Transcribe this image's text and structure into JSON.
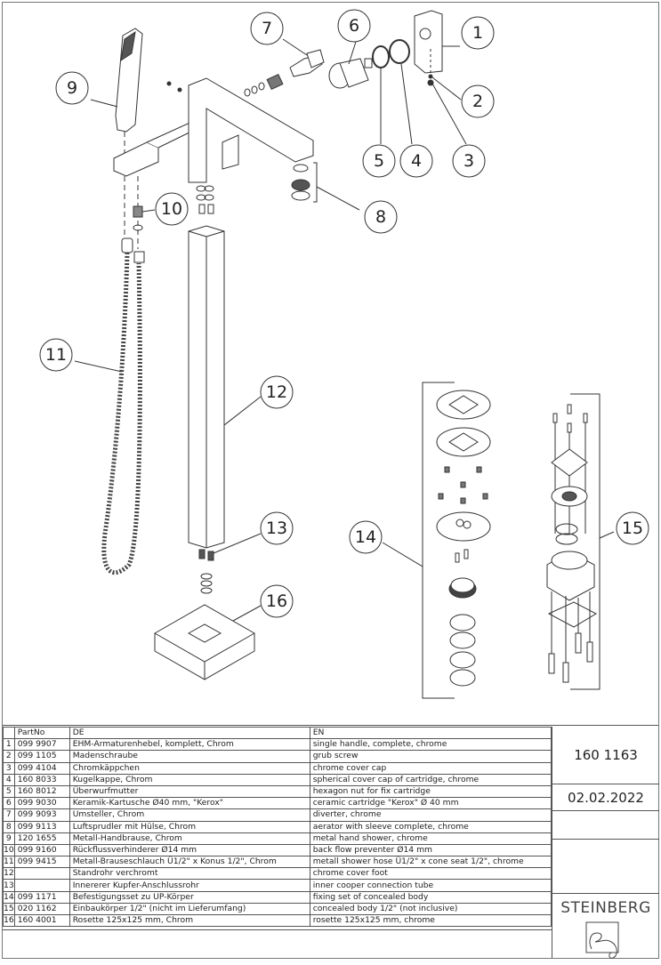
{
  "callouts": [
    "1",
    "2",
    "3",
    "4",
    "5",
    "6",
    "7",
    "8",
    "9",
    "10",
    "11",
    "12",
    "13",
    "14",
    "15",
    "16"
  ],
  "table": {
    "headers": {
      "num": "",
      "partno": "PartNo",
      "de": "DE",
      "en": "EN"
    },
    "rows": [
      {
        "num": "1",
        "partno": "099 9907",
        "de": "EHM-Armaturenhebel, komplett, Chrom",
        "en": "single handle, complete, chrome"
      },
      {
        "num": "2",
        "partno": "099 1105",
        "de": "Madenschraube",
        "en": "grub screw"
      },
      {
        "num": "3",
        "partno": "099 4104",
        "de": "Chromkäppchen",
        "en": "chrome cover cap"
      },
      {
        "num": "4",
        "partno": "160 8033",
        "de": "Kugelkappe, Chrom",
        "en": "spherical cover cap of cartridge, chrome"
      },
      {
        "num": "5",
        "partno": "160 8012",
        "de": "Überwurfmutter",
        "en": "hexagon nut for fix cartridge"
      },
      {
        "num": "6",
        "partno": "099 9030",
        "de": "Keramik-Kartusche Ø40 mm,  \"Kerox\"",
        "en": "ceramic cartridge \"Kerox\" Ø 40 mm"
      },
      {
        "num": "7",
        "partno": "099 9093",
        "de": "Umsteller, Chrom",
        "en": "diverter, chrome"
      },
      {
        "num": "8",
        "partno": "099 9113",
        "de": "Luftsprudler mit Hülse, Chrom",
        "en": "aerator with sleeve complete, chrome"
      },
      {
        "num": "9",
        "partno": "120 1655",
        "de": "Metall-Handbrause, Chrom",
        "en": "metal hand shower, chrome"
      },
      {
        "num": "10",
        "partno": "099 9160",
        "de": "Rückflussverhinderer Ø14 mm",
        "en": "back flow preventer Ø14 mm"
      },
      {
        "num": "11",
        "partno": "099 9415",
        "de": "Metall-Brauseschlauch Ü1/2\" x Konus 1/2\", Chrom",
        "en": "metall  shower hose Ü1/2\" x cone seat 1/2\", chrome"
      },
      {
        "num": "12",
        "partno": "",
        "de": "Standrohr verchromt",
        "en": "chrome cover foot"
      },
      {
        "num": "13",
        "partno": "",
        "de": "Innererer Kupfer-Anschlussrohr",
        "en": "inner cooper connection tube"
      },
      {
        "num": "14",
        "partno": "099 1171",
        "de": "Befestigungsset zu UP-Körper",
        "en": "fixing set of concealed body"
      },
      {
        "num": "15",
        "partno": "020 1162",
        "de": "Einbaukörper 1/2\" (nicht im Lieferumfang)",
        "en": "concealed body 1/2\" (not inclusive)"
      },
      {
        "num": "16",
        "partno": "160 4001",
        "de": "Rosette 125x125 mm, Chrom",
        "en": "rosette 125x125 mm, chrome"
      }
    ]
  },
  "info": {
    "article_number": "160 1163",
    "date": "02.02.2022",
    "brand": "STEINBERG"
  }
}
